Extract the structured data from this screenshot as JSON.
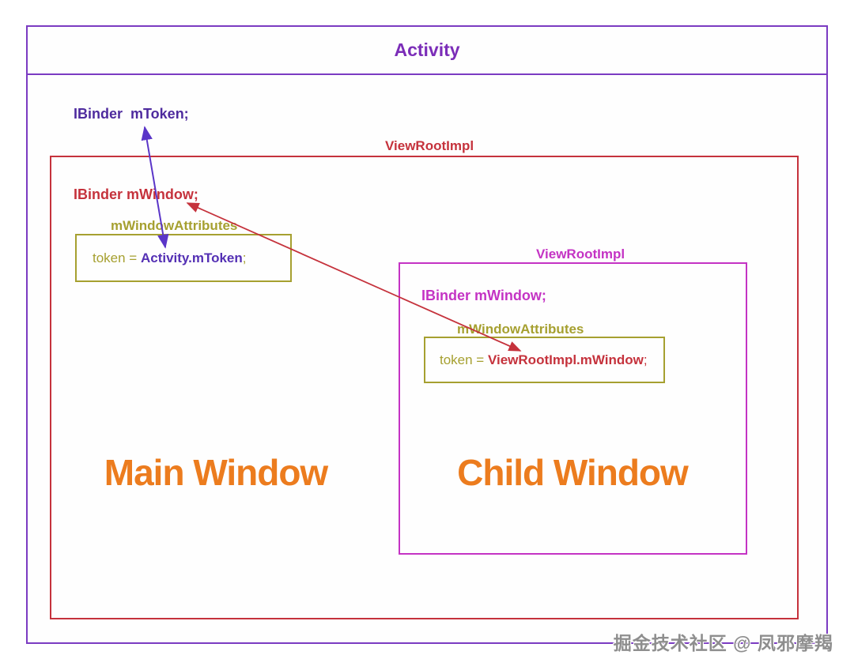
{
  "activity": {
    "title": "Activity",
    "token_field": "IBinder  mToken;"
  },
  "main_root": {
    "label": "ViewRootImpl",
    "window_field": "IBinder mWindow;",
    "attrs_label": "mWindowAttributes",
    "token_prefix": "token = ",
    "token_value": "Activity.mToken",
    "token_suffix": ";",
    "window_title": "Main Window"
  },
  "child_root": {
    "label": "ViewRootImpl",
    "window_field": "IBinder mWindow;",
    "attrs_label": "mWindowAttributes",
    "token_prefix": "token = ",
    "token_value": "ViewRootImpl.mWindow",
    "token_suffix": ";",
    "window_title": "Child Window"
  },
  "watermark": "掘金技术社区 @ 凤邪摩羯",
  "colors": {
    "activity_purple": "#7b3bc2",
    "token_indigo": "#5430b4",
    "viewrootimpl_red": "#c5323c",
    "child_magenta": "#c433c4",
    "attrs_olive": "#a6a030",
    "window_orange": "#ec7c1e",
    "watermark_gray": "#8e8e8e"
  }
}
